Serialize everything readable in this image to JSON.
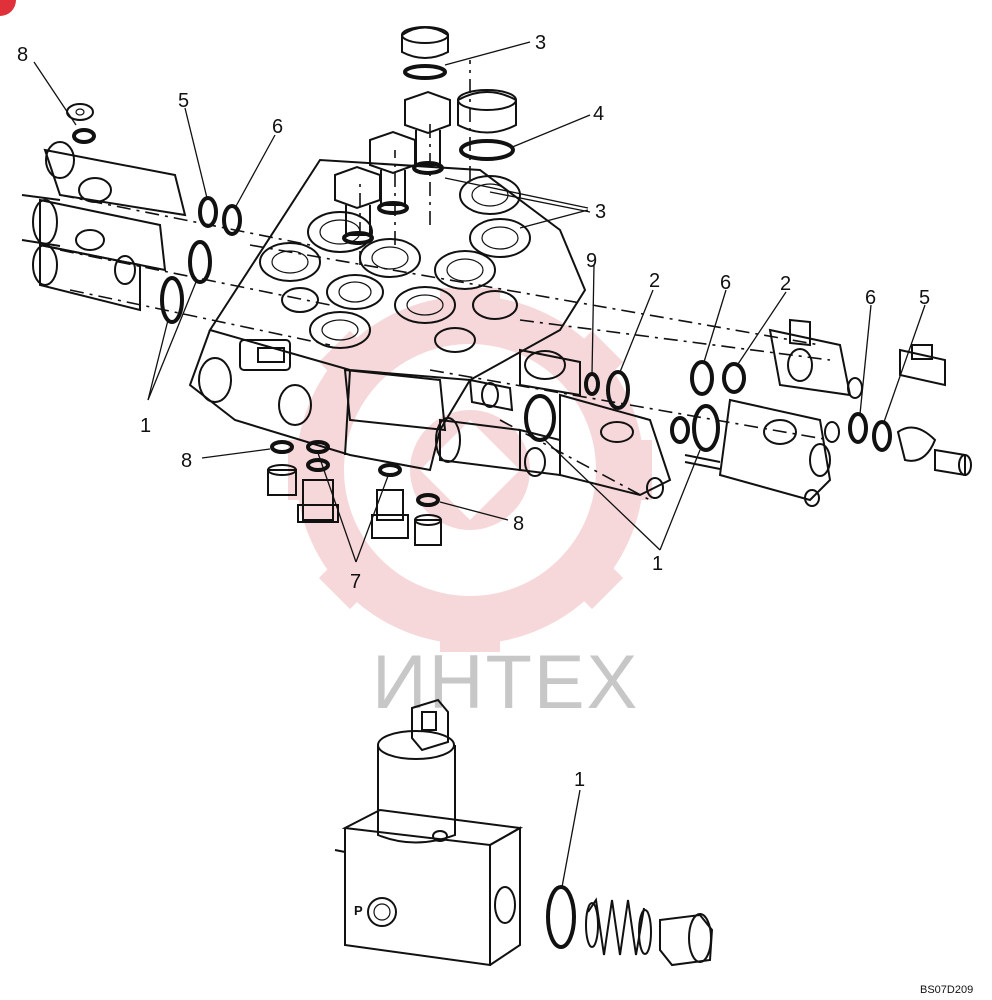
{
  "diagram": {
    "drawing_code": "BS07D209",
    "watermark_text": "ИНТЕХ",
    "port_label": "P",
    "callouts": [
      {
        "id": "c-8-top",
        "label": "8"
      },
      {
        "id": "c-5-left",
        "label": "5"
      },
      {
        "id": "c-6-left",
        "label": "6"
      },
      {
        "id": "c-3-top",
        "label": "3"
      },
      {
        "id": "c-4",
        "label": "4"
      },
      {
        "id": "c-3-mid",
        "label": "3"
      },
      {
        "id": "c-9",
        "label": "9"
      },
      {
        "id": "c-2-left",
        "label": "2"
      },
      {
        "id": "c-6-mid",
        "label": "6"
      },
      {
        "id": "c-2-right",
        "label": "2"
      },
      {
        "id": "c-6-right",
        "label": "6"
      },
      {
        "id": "c-5-right",
        "label": "5"
      },
      {
        "id": "c-1-left",
        "label": "1"
      },
      {
        "id": "c-8-left",
        "label": "8"
      },
      {
        "id": "c-7",
        "label": "7"
      },
      {
        "id": "c-8-bottom",
        "label": "8"
      },
      {
        "id": "c-1-mid",
        "label": "1"
      },
      {
        "id": "c-1-bottom",
        "label": "1"
      }
    ]
  },
  "colors": {
    "line": "#111111",
    "watermark": "#f2b9bd",
    "watermark_text": "#c7c7c7"
  }
}
